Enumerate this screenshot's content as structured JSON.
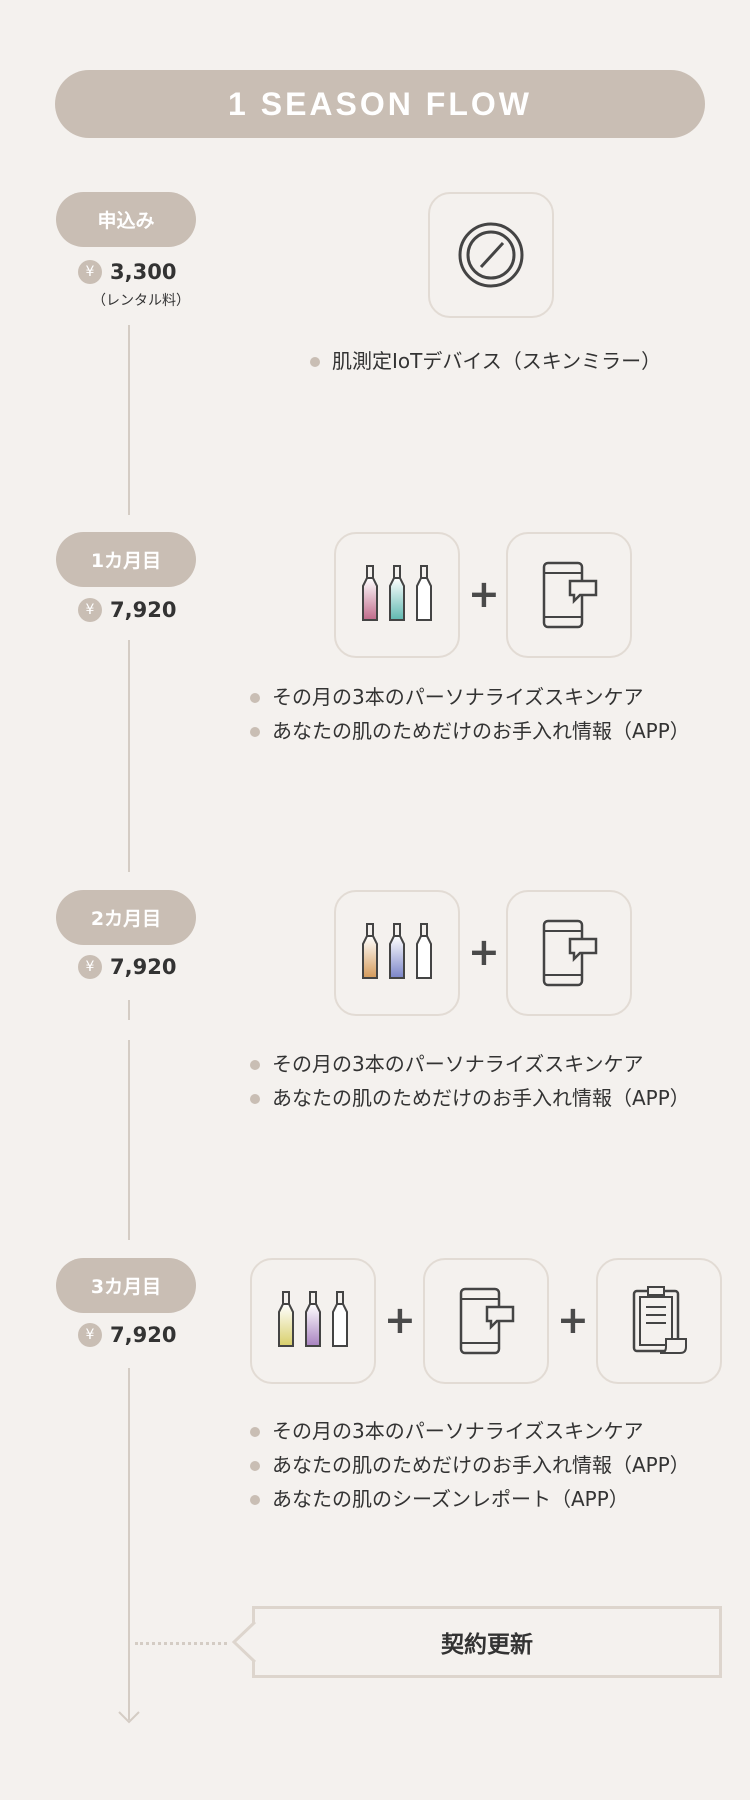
{
  "header": {
    "title": "1 SEASON FLOW"
  },
  "steps": [
    {
      "label": "申込み",
      "price": "3,300",
      "price_note": "（レンタル料）",
      "items": [
        "肌測定IoTデバイス（スキンミラー）"
      ]
    },
    {
      "label": "1カ月目",
      "price": "7,920",
      "items": [
        "その月の3本のパーソナライズスキンケア",
        "あなたの肌のためだけのお手入れ情報（APP）"
      ]
    },
    {
      "label": "2カ月目",
      "price": "7,920",
      "items": [
        "その月の3本のパーソナライズスキンケア",
        "あなたの肌のためだけのお手入れ情報（APP）"
      ]
    },
    {
      "label": "3カ月目",
      "price": "7,920",
      "items": [
        "その月の3本のパーソナライズスキンケア",
        "あなたの肌のためだけのお手入れ情報（APP）",
        "あなたの肌のシーズンレポート（APP）"
      ]
    }
  ],
  "yen_symbol": "¥",
  "plus_symbol": "+",
  "renewal": {
    "label": "契約更新"
  },
  "icons": {
    "device": "skin-mirror-icon",
    "bottles": "serum-bottles-icon",
    "phone": "phone-app-icon",
    "report": "report-clipboard-icon"
  },
  "colors": {
    "accent": "#c9beb4",
    "background": "#f4f1ee",
    "month1_bottles": [
      "#c06a8a",
      "#5fb8b0",
      "#ffffff"
    ],
    "month2_bottles": [
      "#d49a5a",
      "#7a84c8",
      "#ffffff"
    ],
    "month3_bottles": [
      "#d8cf6a",
      "#a882c0",
      "#ffffff"
    ]
  }
}
